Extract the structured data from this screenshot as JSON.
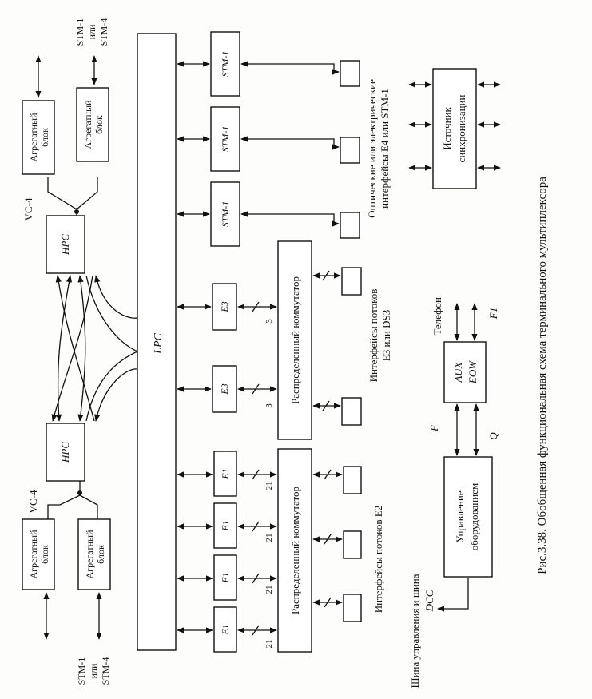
{
  "caption": "Рис.3.38. Обобщенная функциональная схема терминального мультиплексора",
  "blocks": {
    "lpc": "LPC",
    "hpc_left": "HPC",
    "hpc_right": "HPC",
    "vc4_left": "VC-4",
    "vc4_right": "VC-4",
    "agg_line1": "Агрегатный",
    "agg_line2": "блок",
    "stm_side": [
      "STM-1",
      "или",
      "STM-4"
    ],
    "e1": [
      "E1",
      "E1",
      "E1",
      "E1"
    ],
    "e3": [
      "E3",
      "E3"
    ],
    "stm1": [
      "STM-1",
      "STM-1",
      "STM-1"
    ],
    "switch_label": "Распределенный коммутатор",
    "count_21": "21",
    "count_3": "3",
    "eow_line1": "AUX",
    "eow_line2": "EOW",
    "mgmt_line1": "Управление",
    "mgmt_line2": "оборудованием",
    "sync_line1": "Источник",
    "sync_line2": "синхронизации"
  },
  "labels": {
    "e2_interfaces": "Интерфейсы потоков E2",
    "e3_line1": "Интерфейсы потоков",
    "e3_line2": "E3 или DS3",
    "opt_line1": "Оптические или электрические",
    "opt_line2": "интерфейсы E4 или STM-1",
    "bus_line1": "Шина управления и шина",
    "bus_line2": "DCC",
    "telephone": "Телефон",
    "f1": "F1",
    "f": "F",
    "q": "Q"
  }
}
